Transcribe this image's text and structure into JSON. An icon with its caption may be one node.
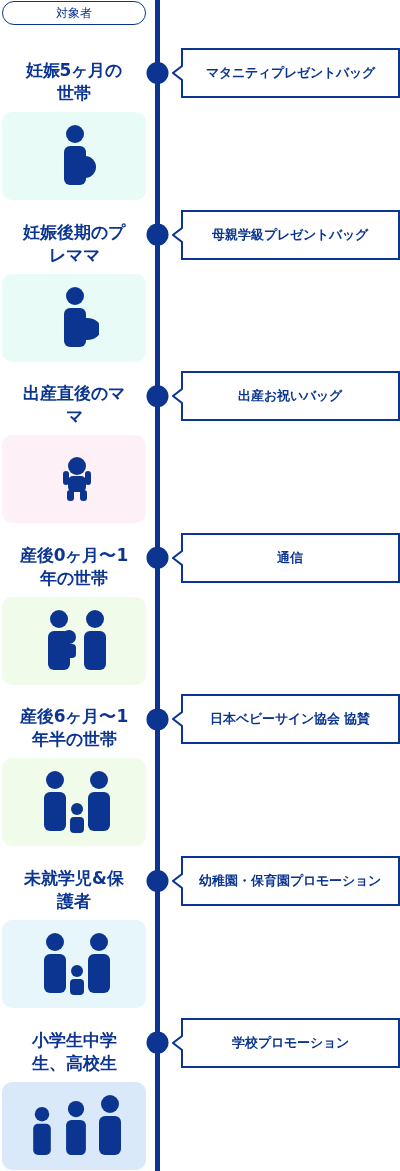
{
  "diagram": {
    "nodes": [
      {
        "text": [
          "対象者"
        ]
      },
      {
        "text": [
          "マタニティプレゼントバッグ"
        ]
      },
      {
        "text": [
          "母親学級プレゼントバッグ"
        ]
      },
      {
        "text": [
          "出産お祝いバッグ"
        ]
      },
      {
        "text": [
          "通信"
        ]
      },
      {
        "text": [
          "日本ベビーサイン協会 協賛"
        ]
      },
      {
        "text": [
          "幼稚園・保育園プロモーション"
        ]
      },
      {
        "text": [
          "学校プロモーション"
        ]
      }
    ],
    "labels": [
      "妊娠5ヶ月の世帯",
      "妊娠後期のプレママ",
      "出産直後のママ",
      "産後0ヶ月〜1年の世帯",
      "産後6ヶ月〜1年半の世帯",
      "未就学児&保護者",
      "小学生中学生、高校生"
    ]
  }
}
